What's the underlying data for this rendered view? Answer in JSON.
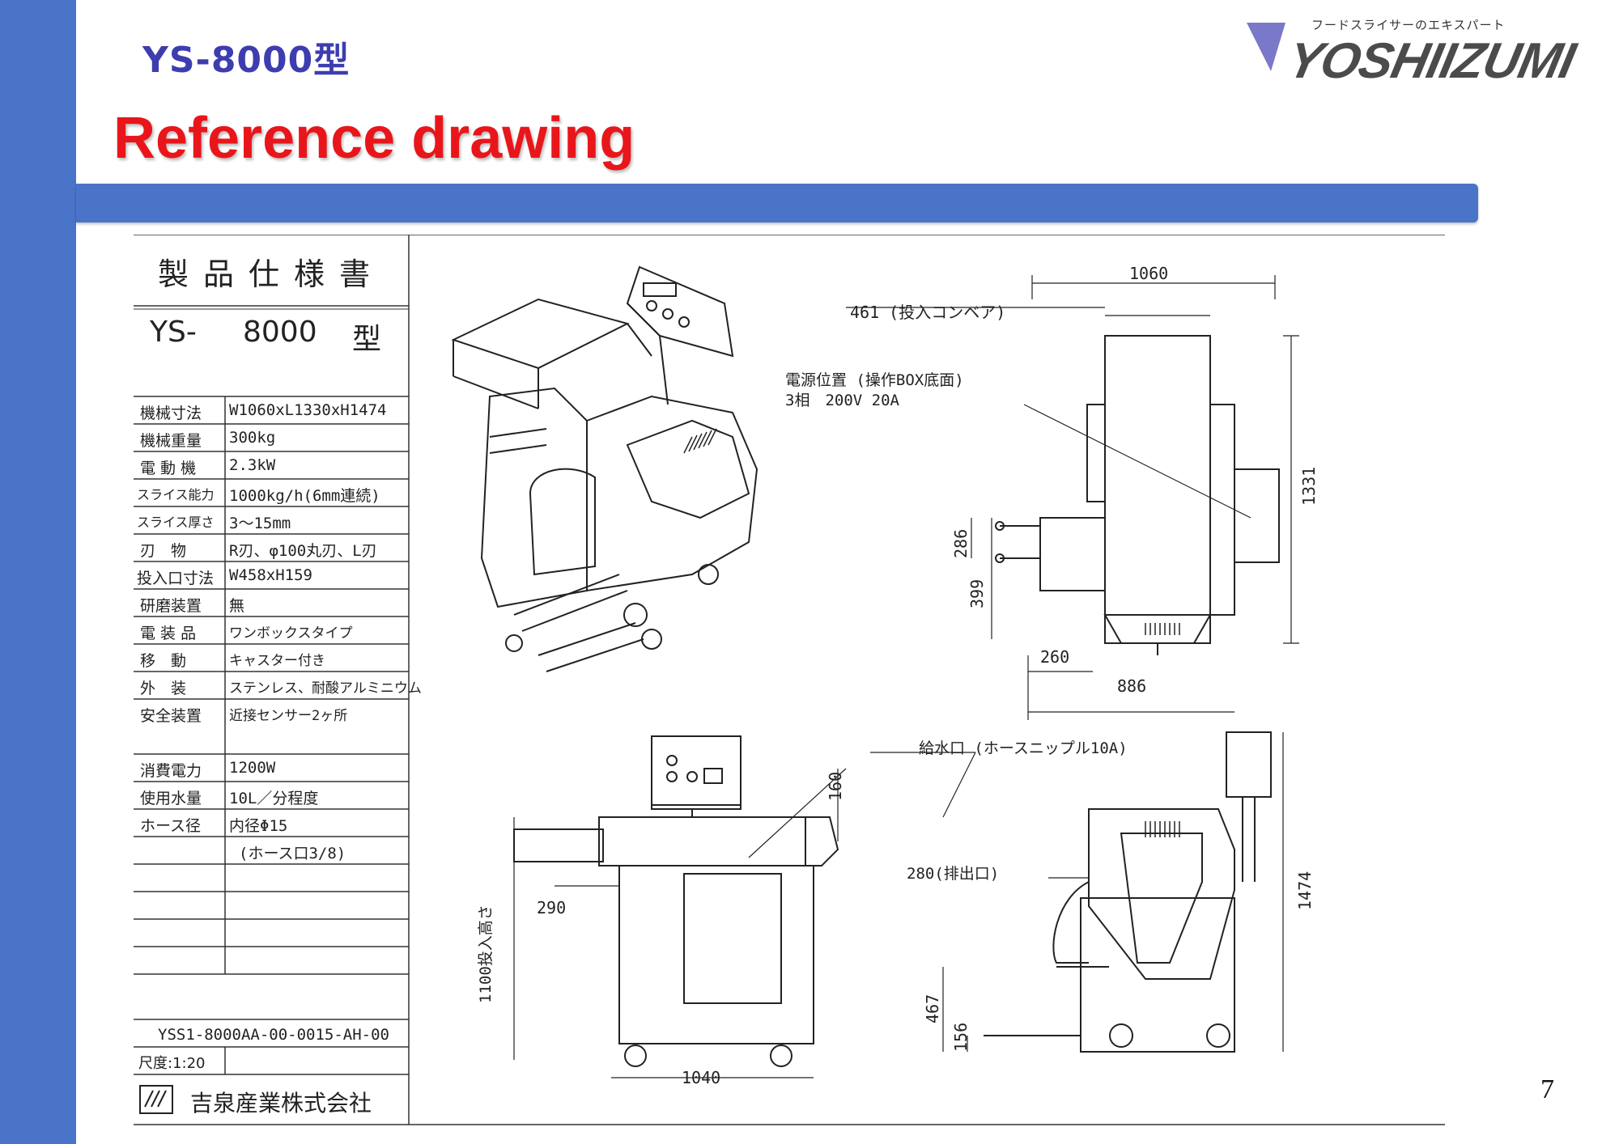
{
  "header": {
    "model_heading": "YS-8000型",
    "title": "Reference drawing",
    "logo_tagline": "フードスライサーのエキスパート",
    "logo_text": "YOSHIIZUMI",
    "page_number": "7"
  },
  "spec_table": {
    "title": "製品仕様書",
    "model_prefix": "YS-",
    "model_number": "8000",
    "model_suffix": "型",
    "rows": [
      {
        "label": "機械寸法",
        "value": "W1060xL1330xH1474"
      },
      {
        "label": "機械重量",
        "value": "300kg"
      },
      {
        "label": "電 動 機",
        "value": "2.3kW"
      },
      {
        "label": "スライス能力",
        "value": "1000kg/h(6mm連続)"
      },
      {
        "label": "スライス厚さ",
        "value": "3～15mm"
      },
      {
        "label": "刃　物",
        "value": "R刃、φ100丸刃、L刃"
      },
      {
        "label": "投入口寸法",
        "value": "W458xH159"
      },
      {
        "label": "研磨装置",
        "value": "無"
      },
      {
        "label": "電 装 品",
        "value": "ワンボックスタイプ"
      },
      {
        "label": "移　動",
        "value": "キャスター付き"
      },
      {
        "label": "外　装",
        "value": "ステンレス、耐酸アルミニウム"
      },
      {
        "label": "安全装置",
        "value": "近接センサー2ヶ所"
      }
    ],
    "rows2": [
      {
        "label": "消費電力",
        "value": "1200W"
      },
      {
        "label": "使用水量",
        "value": "10L／分程度"
      },
      {
        "label": "ホース径",
        "value": "内径Φ15"
      },
      {
        "label": "",
        "value": "(ホース口3/8)"
      }
    ],
    "drawing_number": "YSS1-8000AA-00-0015-AH-00",
    "scale": "尺度:1:20",
    "company": "吉泉産業株式会社"
  },
  "drawing_labels": {
    "width_total": "1060",
    "conveyor": "461 (投入コンベア)",
    "power_position": "電源位置 (操作BOX底面)",
    "power_spec": "3相　200V 20A",
    "length": "1331",
    "dim_286": "286",
    "dim_399": "399",
    "dim_260": "260",
    "dim_886": "886",
    "water_inlet": "給水口 (ホースニップル10A)",
    "dim_160": "160",
    "dim_290": "290",
    "infeed_height": "1100投入高さ",
    "dim_1040": "1040",
    "discharge": "280(排出口)",
    "height": "1474",
    "dim_467": "467",
    "dim_156": "156"
  }
}
